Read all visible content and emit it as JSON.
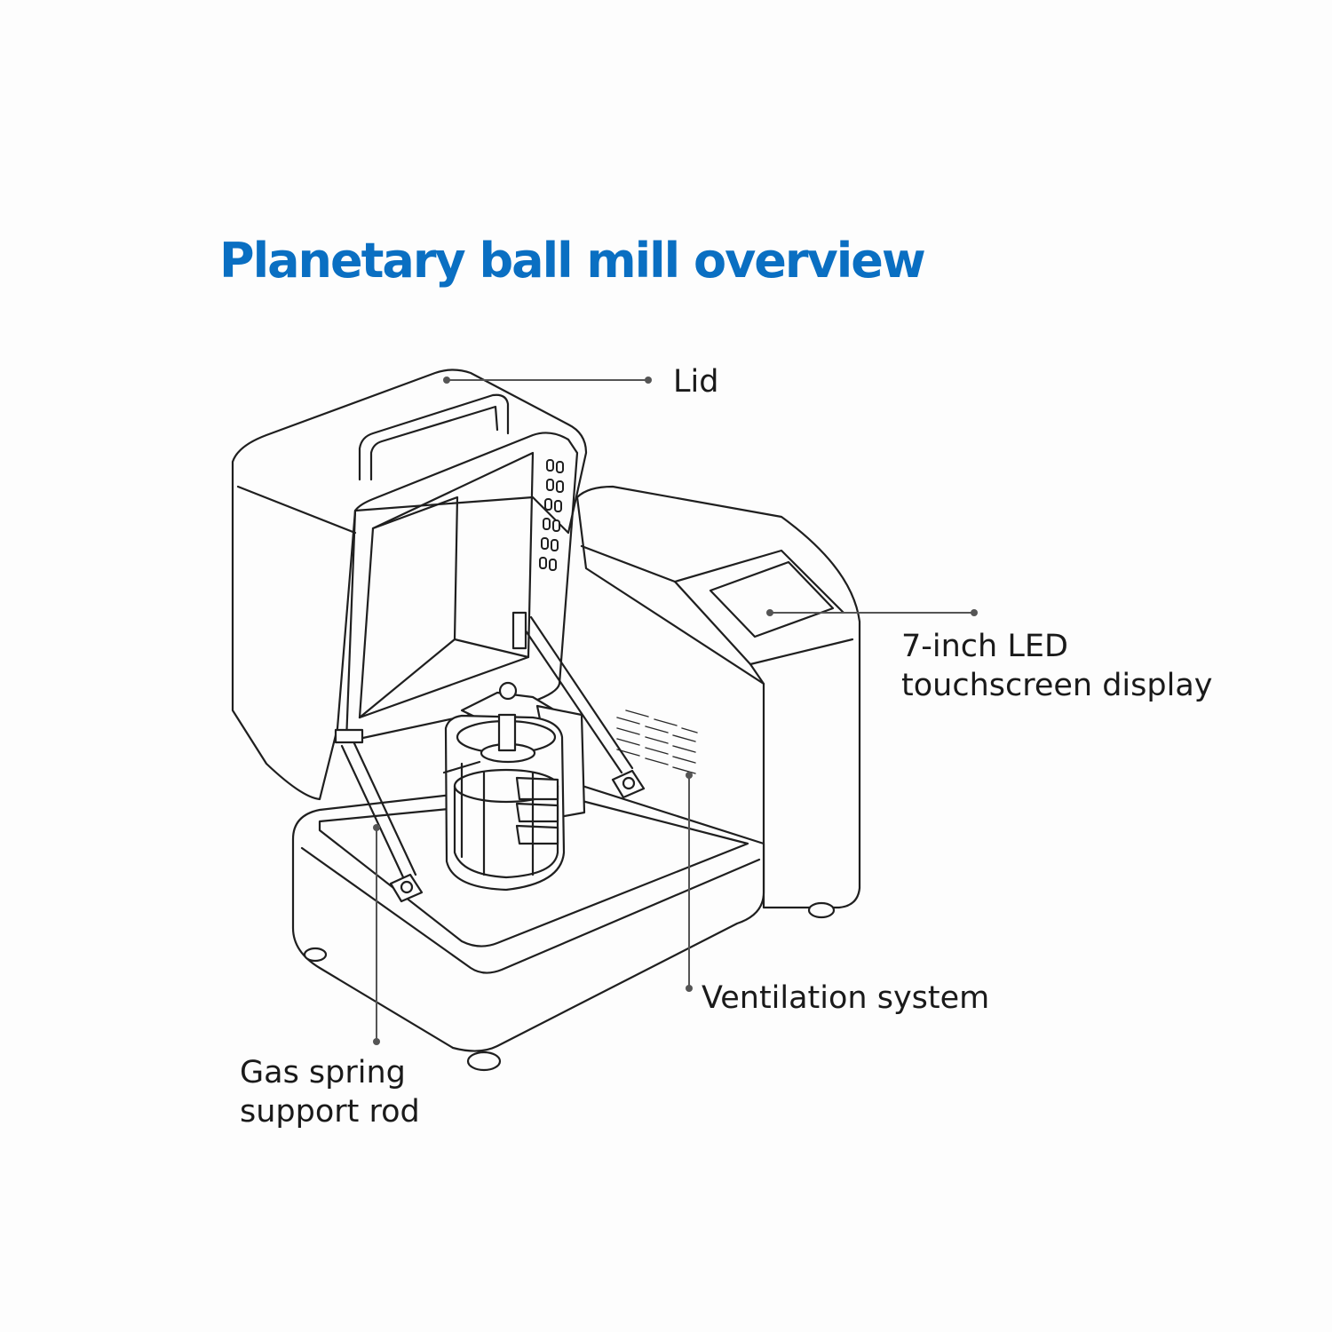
{
  "title": "Planetary ball mill overview",
  "accent_color": "#0a6fc2",
  "callouts": {
    "lid": "Lid",
    "display_line1": "7-inch LED",
    "display_line2": "touchscreen display",
    "ventilation": "Ventilation system",
    "gas_spring_line1": "Gas spring",
    "gas_spring_line2": "support rod"
  }
}
